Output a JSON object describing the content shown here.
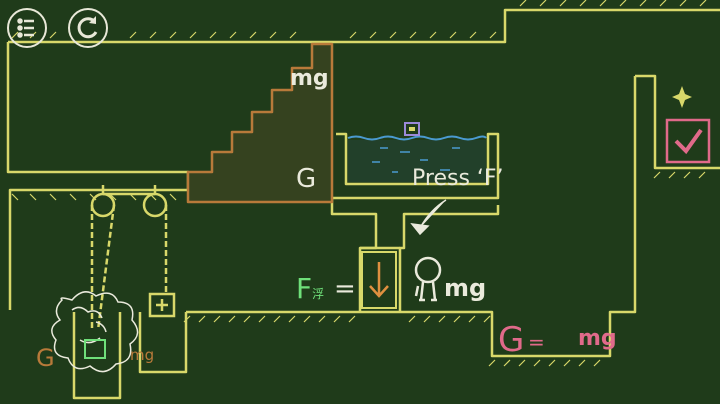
{
  "hud": {
    "menu_icon": "list-menu-icon",
    "restart_icon": "restart-icon"
  },
  "labels": {
    "stairs_weight": "mg",
    "stairs_gravity": "G",
    "hint": "Press ‘F’",
    "buoyancy_symbol": "F",
    "buoyancy_subscript": "浮",
    "equals": "=",
    "player_weight": "mg",
    "goal_gravity": "G",
    "goal_equals": "=",
    "goal_weight": "mg",
    "left_gravity": "G",
    "left_weight": "mg"
  },
  "colors": {
    "background": "#1f3b1a",
    "chalk_yellow": "#d8d86a",
    "chalk_white": "#eaeadc",
    "chalk_green": "#6fe07a",
    "chalk_pink": "#e06a8a",
    "chalk_orange": "#b87a3a",
    "water": "#4a9ad0"
  },
  "goal": {
    "checked": true,
    "icon": "checkbox-checked-icon"
  },
  "sparkle_icon": "sparkle-icon"
}
